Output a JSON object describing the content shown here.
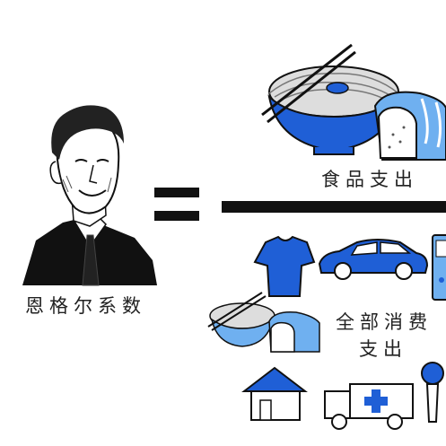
{
  "equation": {
    "left_label": "恩格尔系数",
    "numerator_label": "食品支出",
    "denominator_label_line1": "全部消费",
    "denominator_label_line2": "支出"
  },
  "colors": {
    "accent_blue": "#1f5fd6",
    "light_blue": "#6fb0f0",
    "ink": "#111111"
  },
  "icons": {
    "numerator": [
      "noodle-bowl-icon",
      "chopsticks-icon",
      "bread-loaf-icon"
    ],
    "denominator": [
      "tshirt-icon",
      "car-icon",
      "phone-icon",
      "noodle-bowl-icon",
      "bread-loaf-icon",
      "house-icon",
      "ambulance-icon",
      "microphone-icon"
    ]
  }
}
